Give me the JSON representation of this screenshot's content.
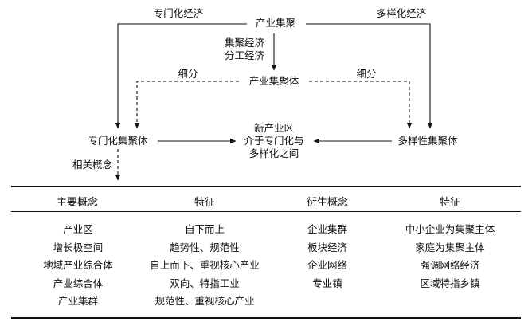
{
  "diagram": {
    "top_node": "产业集聚",
    "left_top_label": "专门化经济",
    "right_top_label": "多样化经济",
    "center_arrow_label_1": "集聚经济",
    "center_arrow_label_2": "分工经济",
    "middle_node": "产业集聚体",
    "left_split_label": "细分",
    "right_split_label": "细分",
    "left_node": "专门化集聚体",
    "right_node": "多样性集聚体",
    "center_node_1": "新产业区",
    "center_node_2": "介于专门化与",
    "center_node_3": "多样化之间",
    "related_label": "相关概念"
  },
  "table": {
    "headers": [
      "主要概念",
      "特征",
      "衍生概念",
      "特征"
    ],
    "columns": [
      [
        "产业区",
        "增长极空间",
        "地域产业综合体",
        "产业综合体",
        "产业集群"
      ],
      [
        "自下而上",
        "趋势性、规范性",
        "自上而下、重视核心产业",
        "双向、特指工业",
        "规范性、重视核心产业"
      ],
      [
        "企业集群",
        "板块经济",
        "企业网络",
        "专业镇"
      ],
      [
        "中小企业为集聚主体",
        "家庭为集聚主体",
        "强调网络经济",
        "区域特指乡镇"
      ]
    ]
  }
}
